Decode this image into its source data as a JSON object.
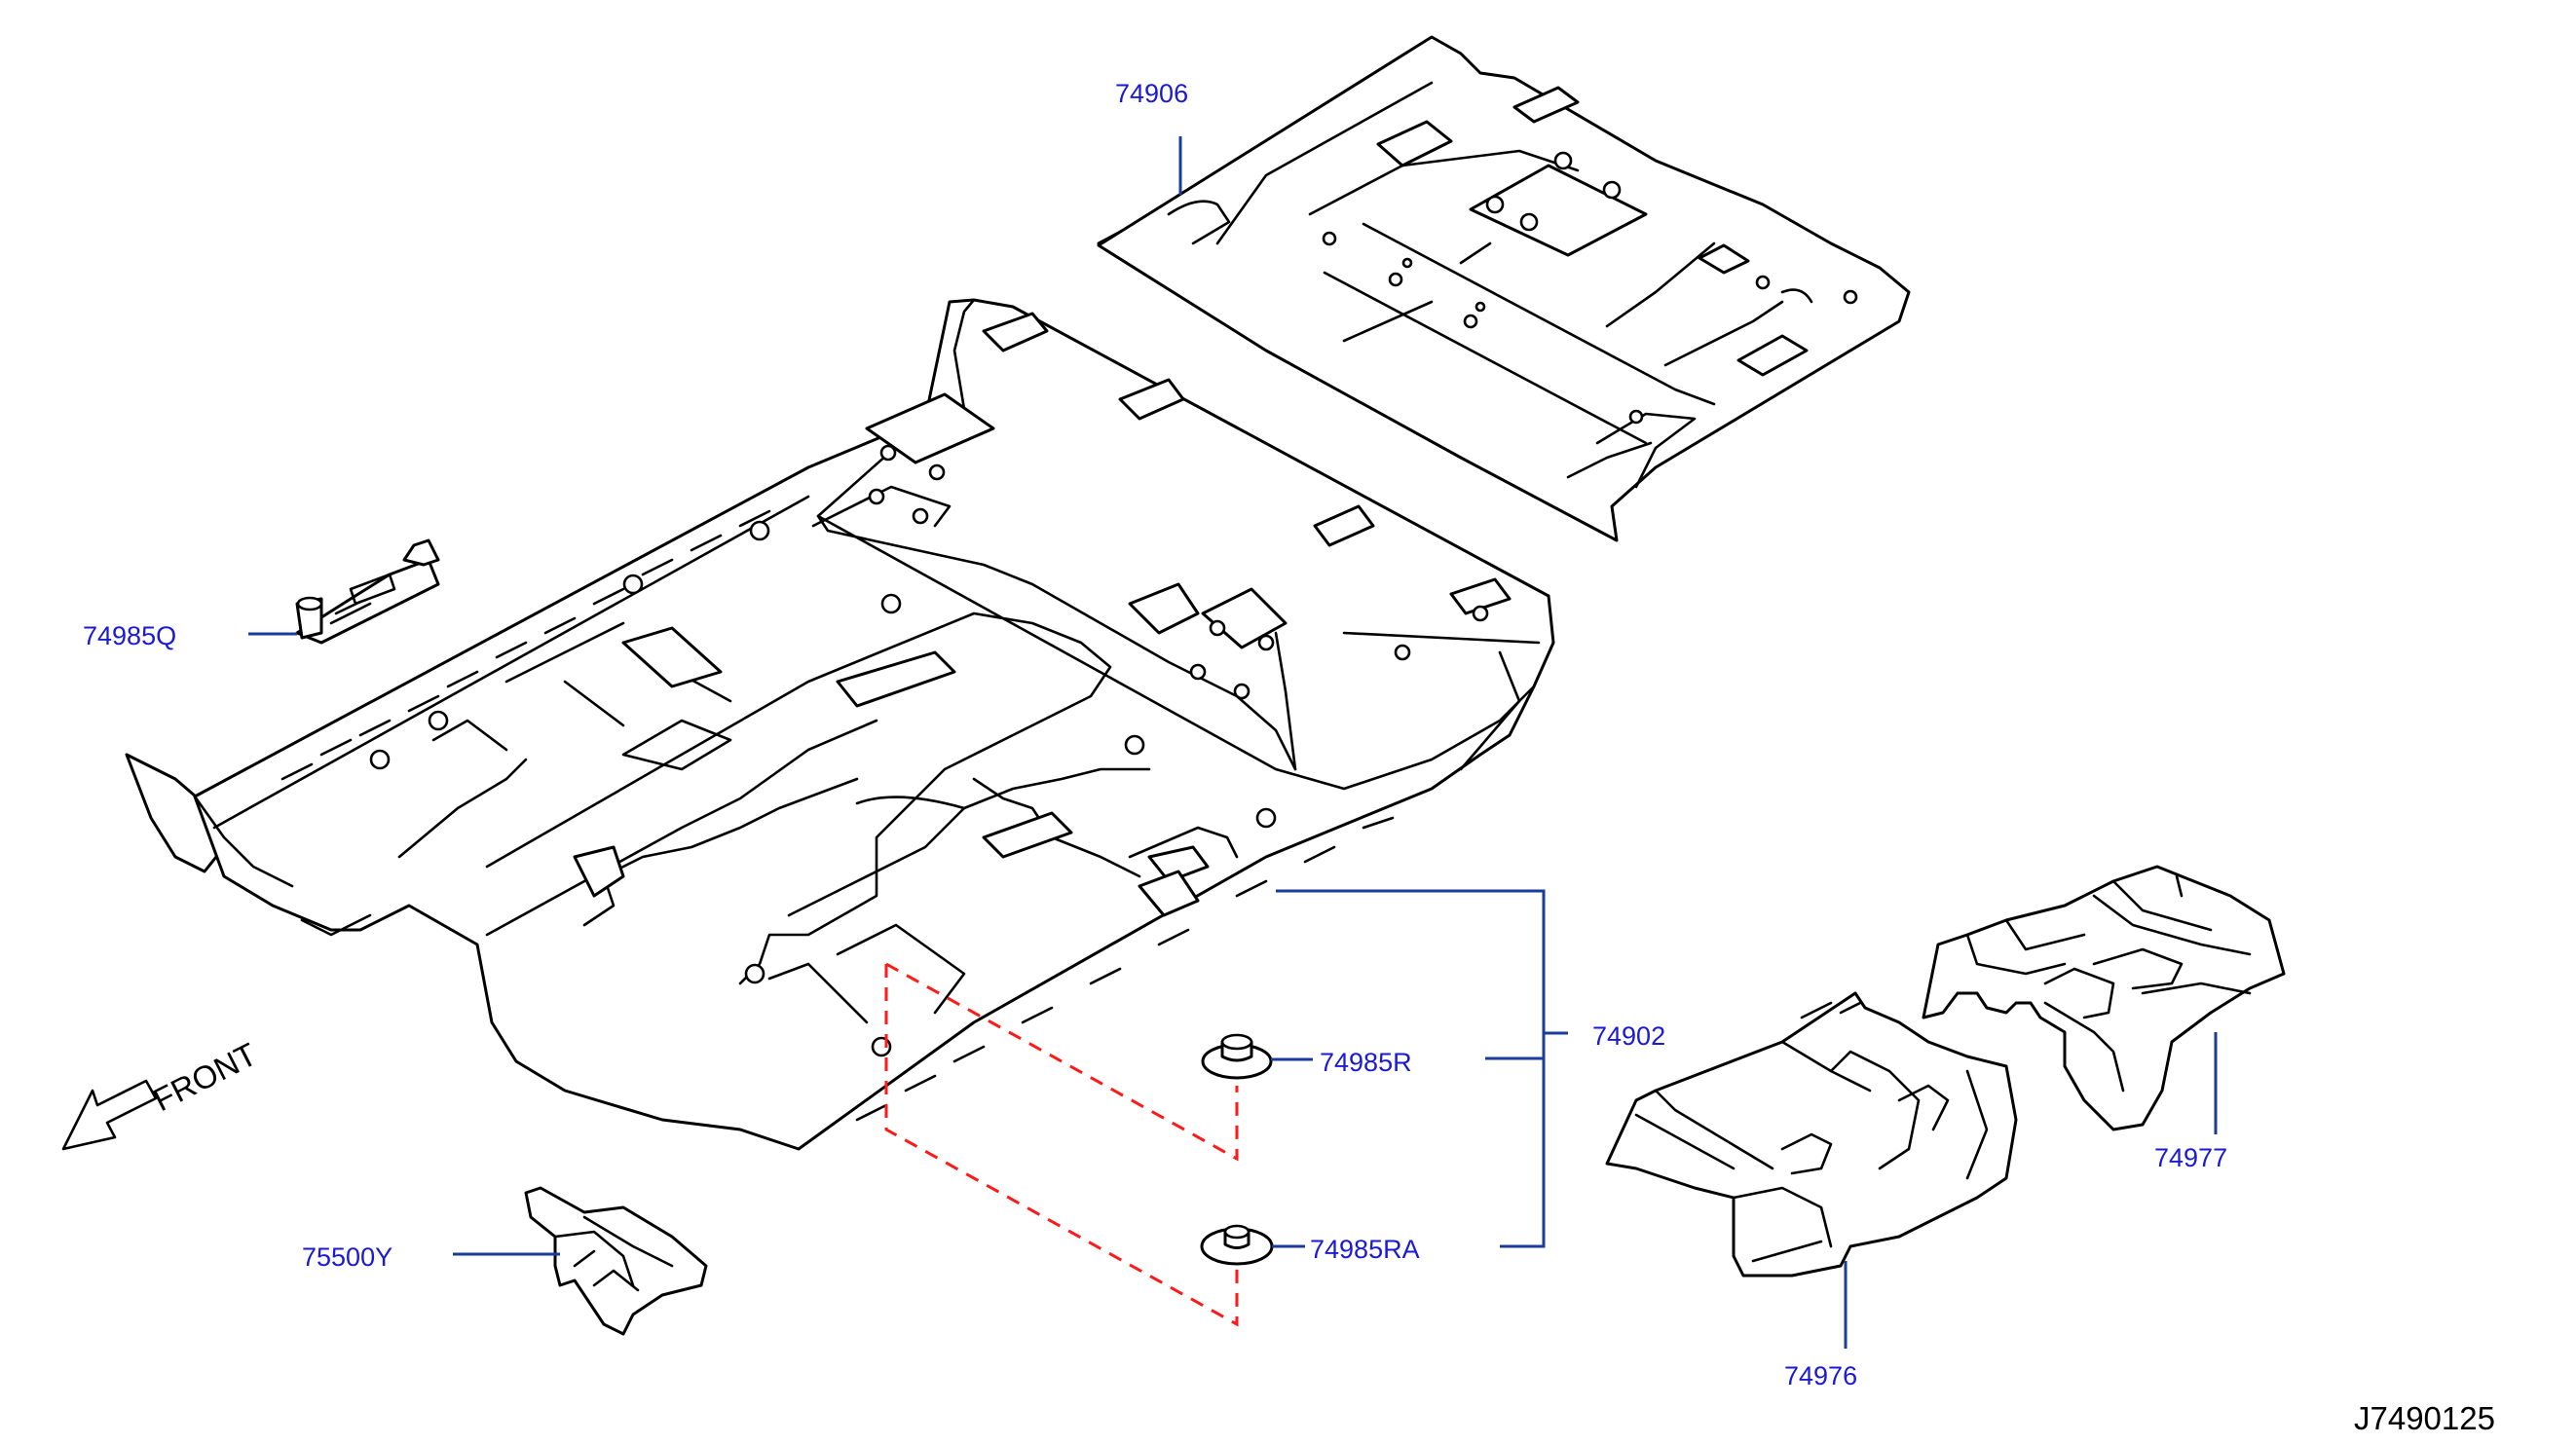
{
  "diagram_id": "J7490125",
  "direction_label": "FRONT",
  "callouts": [
    {
      "id": "74906"
    },
    {
      "id": "74985Q"
    },
    {
      "id": "74902"
    },
    {
      "id": "74985R"
    },
    {
      "id": "74985RA"
    },
    {
      "id": "75500Y"
    },
    {
      "id": "74976"
    },
    {
      "id": "74977"
    }
  ],
  "colors": {
    "callout_text": "#1a1ad6",
    "leader_line": "#1a3c9c",
    "dashed_guide": "#ff1a1a",
    "outline": "#000000"
  }
}
